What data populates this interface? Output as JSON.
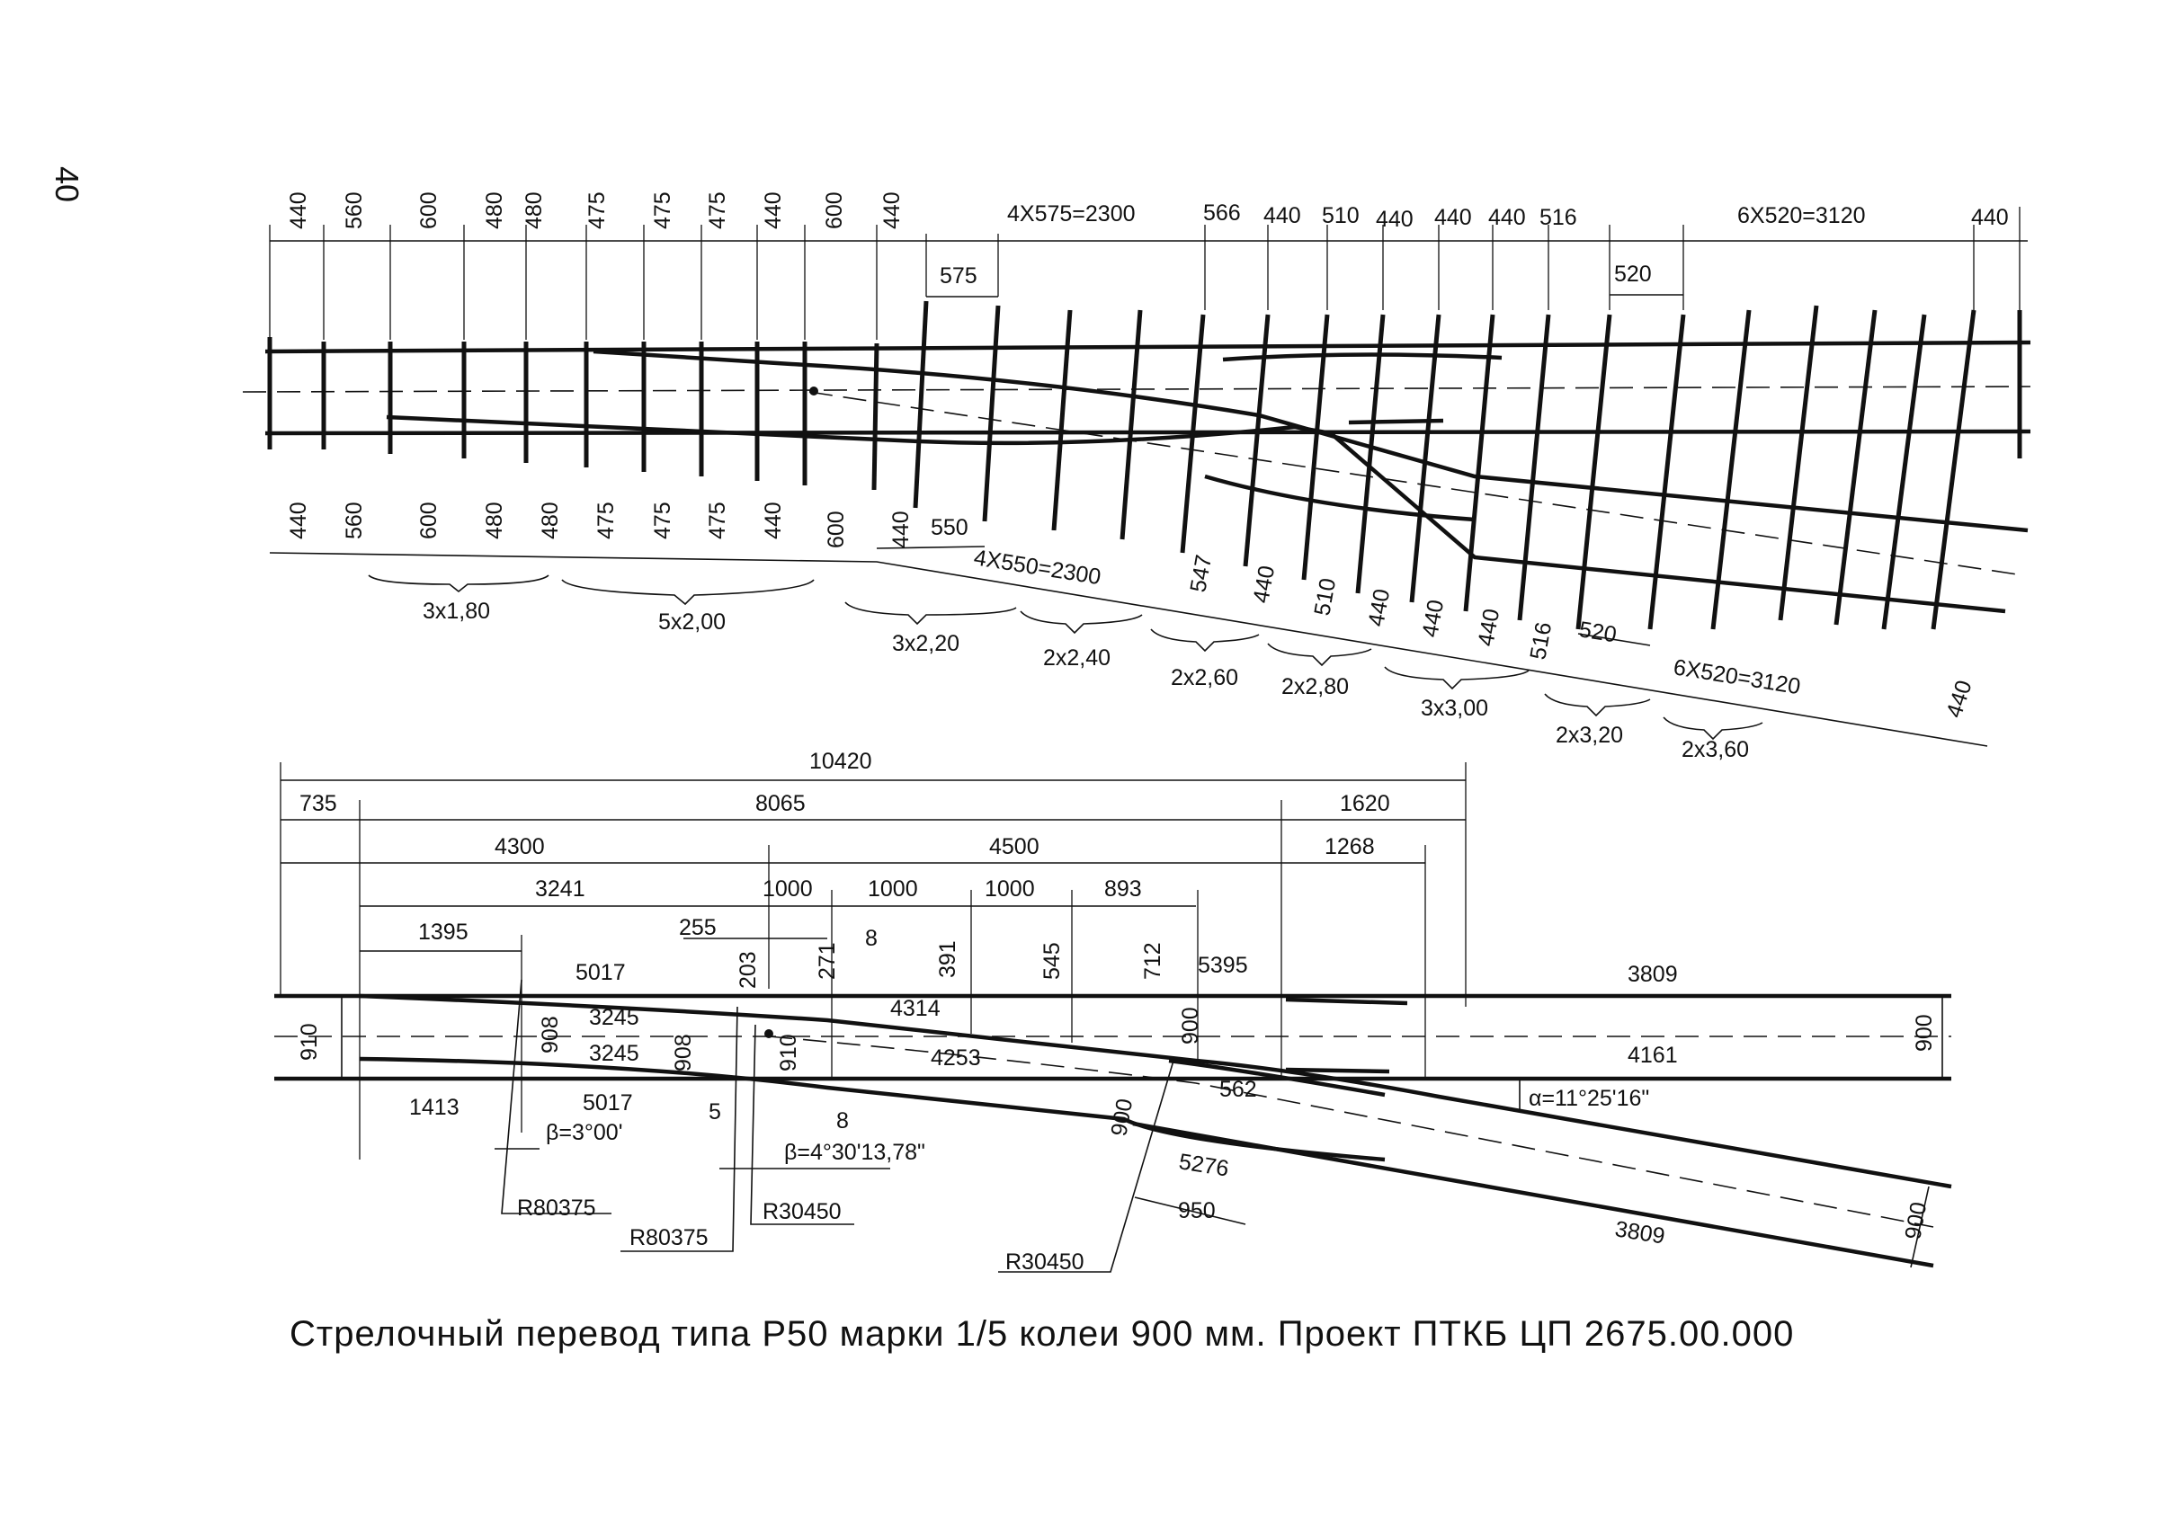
{
  "page_number": "40",
  "caption": "Стрелочный перевод типа Р50 марки 1/5 колеи 900 мм. Проект ПТКБ ЦП 2675.00.000",
  "top": {
    "top_spacings": [
      "440",
      "560",
      "600",
      "480",
      "480",
      "475",
      "475",
      "475",
      "440",
      "600",
      "440",
      "566",
      "440",
      "510",
      "440",
      "440",
      "440",
      "516",
      "440"
    ],
    "top_group_1": "4X575=2300",
    "top_sub_1": "575",
    "top_group_2": "6X520=3120",
    "top_sub_2": "520",
    "bottom_spacings": [
      "440",
      "560",
      "600",
      "480",
      "480",
      "475",
      "475",
      "475",
      "440",
      "600",
      "440",
      "547",
      "440",
      "510",
      "440",
      "440",
      "440",
      "516",
      "440"
    ],
    "bottom_group_1": "4X550=2300",
    "bottom_sub_1": "550",
    "bottom_group_2": "6X520=3120",
    "bottom_sub_2": "520",
    "tie_groups": [
      "3x1,80",
      "5x2,00",
      "3x2,20",
      "2x2,40",
      "2x2,60",
      "2x2,80",
      "3x3,00",
      "2x3,20",
      "2x3,60"
    ]
  },
  "bottom": {
    "overall": "10420",
    "d735": "735",
    "d8065": "8065",
    "d1620": "1620",
    "d4300": "4300",
    "d4500": "4500",
    "d1268": "1268",
    "d3241": "3241",
    "d1000a": "1000",
    "d1000b": "1000",
    "d1000c": "1000",
    "d893": "893",
    "d1395": "1395",
    "d255": "255",
    "v203": "203",
    "v271": "271",
    "v8a": "8",
    "v391": "391",
    "v545": "545",
    "v712": "712",
    "d5395": "5395",
    "d3809a": "3809",
    "d5017a": "5017",
    "d3245a": "3245",
    "d4314": "4314",
    "v900a": "900",
    "v910a": "910",
    "v908a": "908",
    "d3245b": "3245",
    "v908b": "908",
    "v910b": "910",
    "d4253": "4253",
    "d4161": "4161",
    "v900r": "900",
    "d5017b": "5017",
    "d1413": "1413",
    "n5": "5",
    "n8b": "8",
    "d562": "562",
    "alpha": "α=11°25'16\"",
    "beta1": "β=3°00'",
    "beta2": "β=4°30'13,78\"",
    "v900b": "900",
    "d5276": "5276",
    "d950": "950",
    "d3809b": "3809",
    "v900c": "900",
    "r1": "R80375",
    "r2": "R80375",
    "r3": "R30450",
    "r4": "R30450"
  }
}
